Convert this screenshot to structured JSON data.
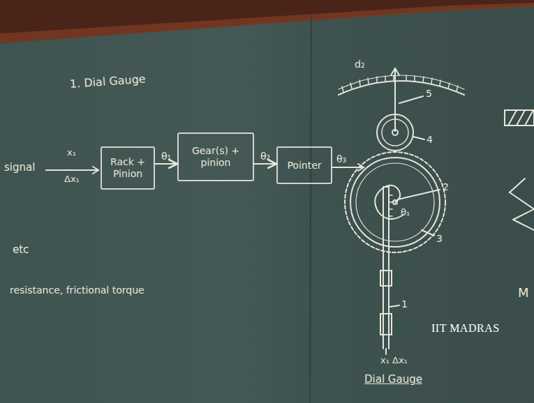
{
  "diagram": {
    "title": "1. Dial Gauge",
    "nodes": [
      {
        "text": [
          "Rack + Pinion"
        ]
      },
      {
        "text": [
          "Gear(s) + pinion"
        ]
      },
      {
        "text": [
          "Pointer"
        ]
      }
    ],
    "edges": [
      {
        "from": 0,
        "to": 1,
        "label": "θ₁",
        "arrow": "to"
      },
      {
        "from": 1,
        "to": 2,
        "label": "θ₂",
        "arrow": "to"
      }
    ],
    "labels": [
      "signal",
      "x₁",
      "Δx₁",
      "θ₃",
      "d₂",
      "5",
      "4",
      "θ₁",
      "2",
      "3",
      "1",
      "x₁ Δx₁",
      "Dial Gauge",
      "etc",
      "resistance, frictional torque",
      "M",
      "IIT MADRAS"
    ]
  }
}
